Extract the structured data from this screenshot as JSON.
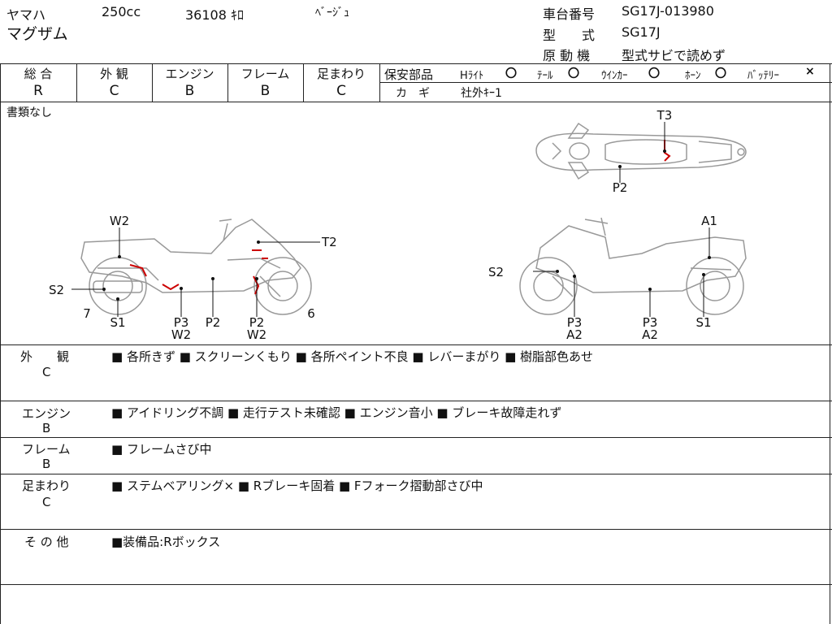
{
  "header": {
    "maker": "ヤマハ",
    "cc": "250cc",
    "mileage": "36108 ｷﾛ",
    "color": "ﾍﾞｰｼﾞｭ",
    "model": "マグザム",
    "chassis_label": "車台番号",
    "chassis_value": "SG17J-013980",
    "type_label": "型　　式",
    "type_value": "SG17J",
    "engine_label": "原 動 機",
    "engine_value": "型式サビで読めず"
  },
  "grades": [
    {
      "label": "総 合",
      "value": "R"
    },
    {
      "label": "外 観",
      "value": "C"
    },
    {
      "label": "エンジン",
      "value": "B"
    },
    {
      "label": "フレーム",
      "value": "B"
    },
    {
      "label": "足まわり",
      "value": "C"
    }
  ],
  "safety": {
    "label": "保安部品",
    "items": [
      {
        "name": "Hﾗｲﾄ",
        "mark": "〇"
      },
      {
        "name": "ﾃｰﾙ",
        "mark": "〇"
      },
      {
        "name": "ｳｲﾝｶｰ",
        "mark": "〇"
      },
      {
        "name": "ﾎｰﾝ",
        "mark": "〇"
      },
      {
        "name": "ﾊﾞｯﾃﾘｰ",
        "mark": "×"
      }
    ],
    "key_label": "カ　ギ",
    "key_value": "社外ｷｰ1"
  },
  "docs": "書類なし",
  "diagram": {
    "top": [
      "T3",
      "P2"
    ],
    "left": [
      "W2",
      "T2",
      "S2",
      "7",
      "S1",
      "P3",
      "W2",
      "P2",
      "P2",
      "W2",
      "6"
    ],
    "right": [
      "A1",
      "S2",
      "P3",
      "A2",
      "P3",
      "A2",
      "S1"
    ]
  },
  "remarks": [
    {
      "label": "外　　観",
      "grade": "C",
      "text": "■ 各所きず ■ スクリーンくもり ■ 各所ペイント不良 ■ レバーまがり ■ 樹脂部色あせ"
    },
    {
      "label": "エンジン",
      "grade": "B",
      "text": "■ アイドリング不調 ■ 走行テスト未確認 ■ エンジン音小 ■ ブレーキ故障走れず"
    },
    {
      "label": "フレーム",
      "grade": "B",
      "text": "■ フレームさび中"
    },
    {
      "label": "足まわり",
      "grade": "C",
      "text": "■ ステムベアリング× ■ Rブレーキ固着 ■ Fフォーク摺動部さび中"
    },
    {
      "label": "そ の 他",
      "grade": "",
      "text": "■装備品:Rボックス"
    }
  ]
}
